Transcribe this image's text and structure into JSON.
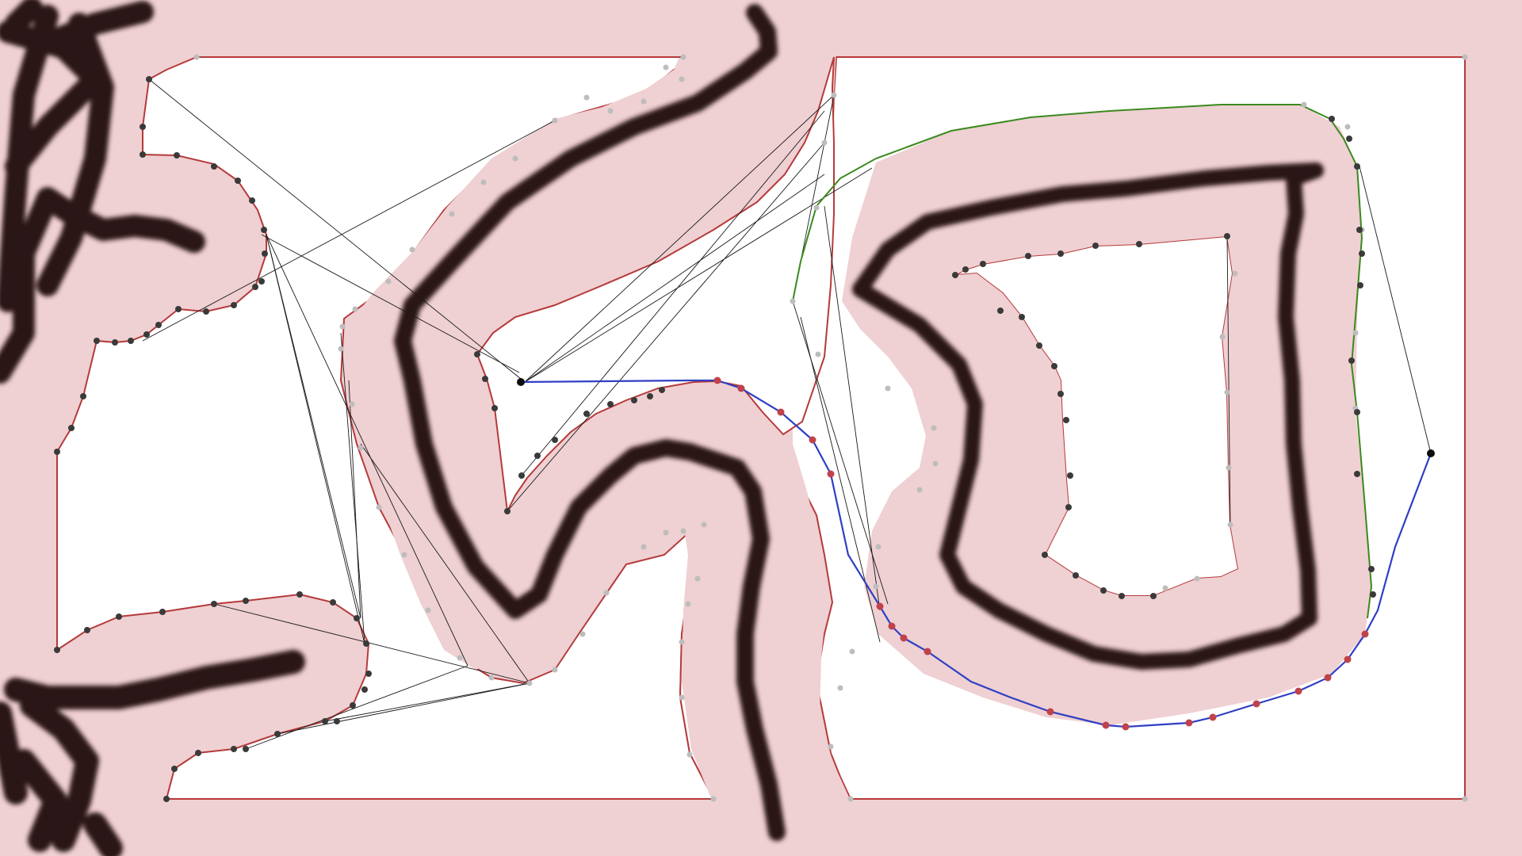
{
  "colors": {
    "background": "#efd0d3",
    "free_space": "#ffffff",
    "obstacle": "#2b1214",
    "boundary": "#b53a3a",
    "visibility_edge": "#1a1a1a",
    "vertex_dark": "#3a3a3a",
    "vertex_light": "#bdbdbd",
    "path": "#2f3fc4",
    "path_vertex": "#c0424a",
    "hull": "#3a8a1e"
  },
  "elements": {
    "obstacles": "obstacle-strokes",
    "free_regions": [
      "left-region",
      "right-region",
      "inner-hole"
    ],
    "visibility_edges": "visibility-graph",
    "shortest_path": "blue-path",
    "hull_path": "green-hull"
  }
}
